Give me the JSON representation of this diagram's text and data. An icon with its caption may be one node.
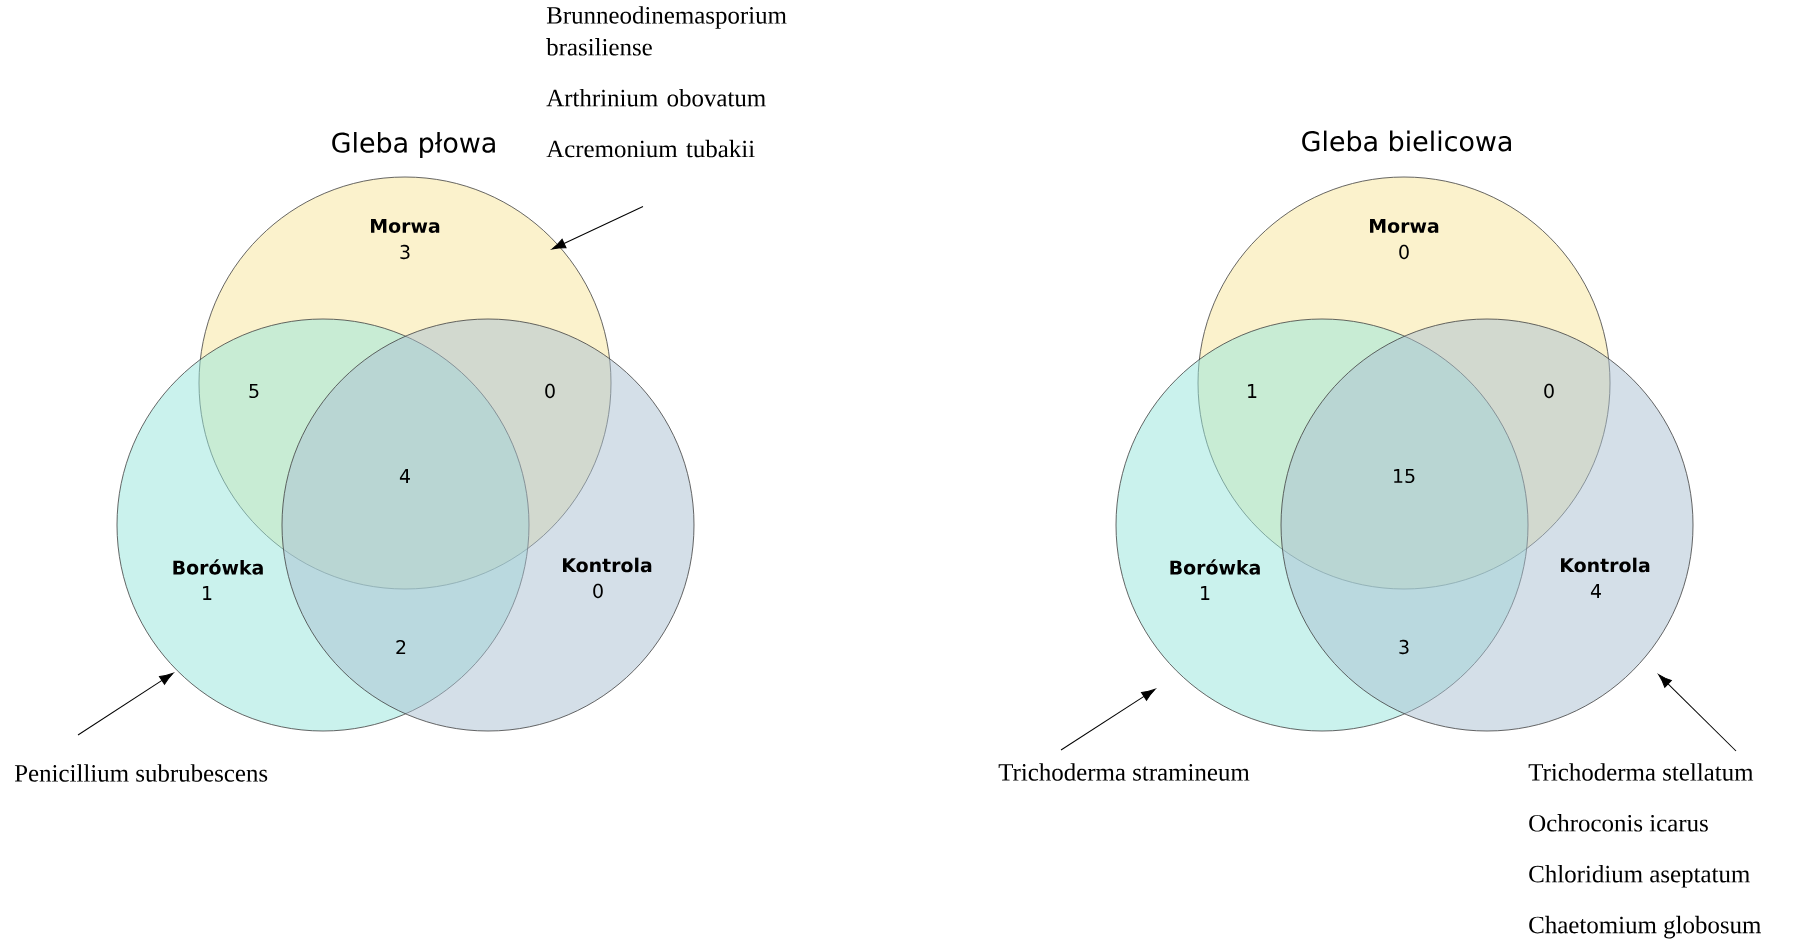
{
  "diagram": {
    "nodes": [
      {
        "text": [
          "Morwa",
          "3"
        ]
      },
      {
        "text": [
          "Borówka",
          "1"
        ]
      },
      {
        "text": [
          "Kontrola",
          "0"
        ]
      },
      {
        "text": [
          "Brunneodinemasporium brasiliense",
          "Arthrinium obovatum",
          "Acremonium tubakii"
        ]
      },
      {
        "text": [
          "Penicillium subrubescens"
        ]
      },
      {
        "text": [
          "Morwa",
          "0"
        ]
      },
      {
        "text": [
          "Borówka",
          "1"
        ]
      },
      {
        "text": [
          "Kontrola",
          "4"
        ]
      },
      {
        "text": [
          "Trichoderma stramineum"
        ]
      },
      {
        "text": [
          "Trichoderma stellatum",
          "Ochroconis icarus",
          "Chloridium aseptatum",
          "Chaetomium globosum"
        ]
      }
    ],
    "edges": [
      {
        "from": 3,
        "to": 0,
        "arrow": "to"
      },
      {
        "from": 4,
        "to": 1,
        "arrow": "to"
      },
      {
        "from": 8,
        "to": 6,
        "arrow": "to"
      },
      {
        "from": 9,
        "to": 7,
        "arrow": "to"
      }
    ],
    "labels": [
      "Gleba płowa",
      "5",
      "0",
      "4",
      "2",
      "Gleba bielicowa",
      "1",
      "0",
      "15",
      "3"
    ]
  }
}
